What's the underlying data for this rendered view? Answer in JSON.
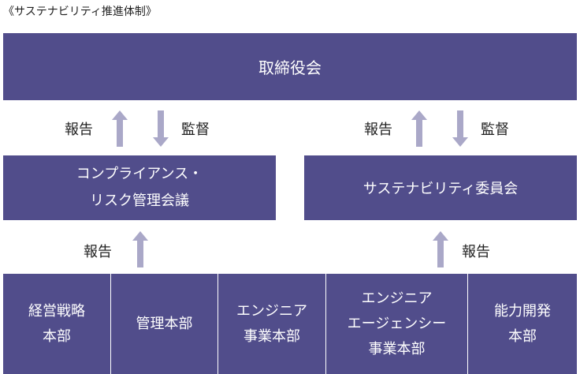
{
  "caption": "《サステナビリティ推進体制》",
  "board": "取締役会",
  "compliance_committee": "コンプライアンス・\nリスク管理会議",
  "sustainability_committee": "サステナビリティ委員会",
  "labels": {
    "report": "報告",
    "supervise": "監督"
  },
  "departments": [
    "経営戦略\n本部",
    "管理本部",
    "エンジニア\n事業本部",
    "エンジニア\nエージェンシー\n事業本部",
    "能力開発\n本部"
  ],
  "colors": {
    "box": "#514d8b",
    "arrow": "#aaa8c8"
  }
}
